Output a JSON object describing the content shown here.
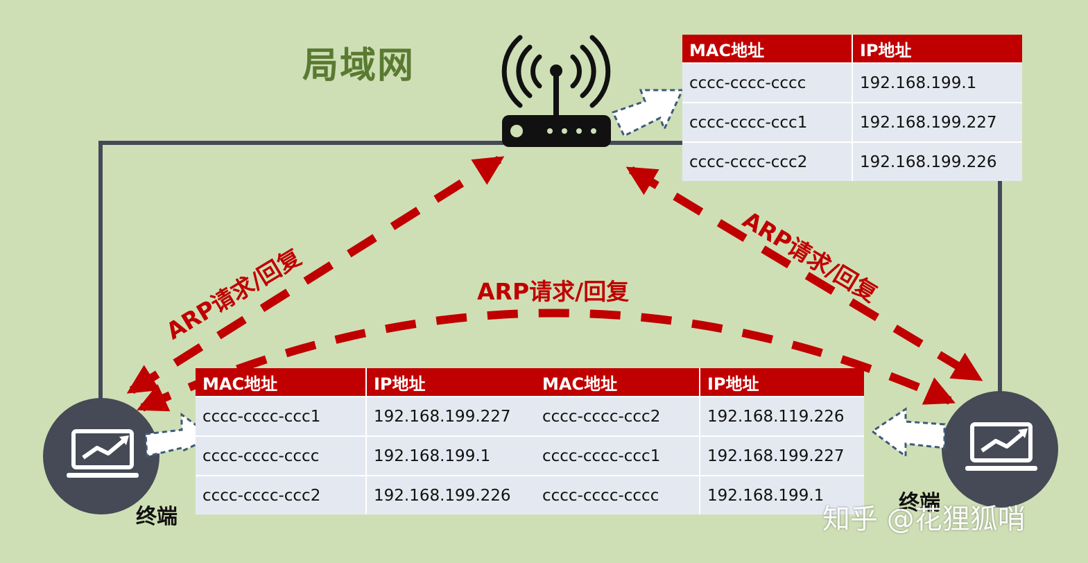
{
  "title": "局域网",
  "arp_label": "ARP请求/回复",
  "terminal_label": "终端",
  "watermark": "知乎 @花狸狐哨",
  "columns": {
    "mac": "MAC地址",
    "ip": "IP地址"
  },
  "tables": {
    "router": [
      {
        "mac": "cccc-cccc-cccc",
        "ip": "192.168.199.1"
      },
      {
        "mac": "cccc-cccc-ccc1",
        "ip": "192.168.199.227"
      },
      {
        "mac": "cccc-cccc-ccc2",
        "ip": "192.168.199.226"
      }
    ],
    "left_terminal": [
      {
        "mac": "cccc-cccc-ccc1",
        "ip": "192.168.199.227"
      },
      {
        "mac": "cccc-cccc-cccc",
        "ip": "192.168.199.1"
      },
      {
        "mac": "cccc-cccc-ccc2",
        "ip": "192.168.199.226"
      }
    ],
    "right_terminal": [
      {
        "mac": "cccc-cccc-ccc2",
        "ip": "192.168.119.226"
      },
      {
        "mac": "cccc-cccc-ccc1",
        "ip": "192.168.199.227"
      },
      {
        "mac": "cccc-cccc-cccc",
        "ip": "192.168.199.1"
      }
    ]
  },
  "colors": {
    "background": "#cfdfb5",
    "accent_red": "#c00000",
    "title_green": "#5a7a32",
    "device_dark": "#454a56",
    "table_cell": "#e4e9f1"
  },
  "icons": {
    "router": "wifi-router-icon",
    "terminal": "laptop-chart-icon",
    "callout": "block-arrow-icon"
  }
}
